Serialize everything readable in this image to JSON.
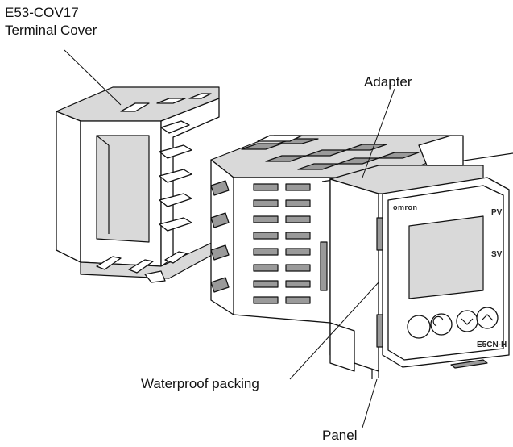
{
  "labels": {
    "cover_model": "E53-COV17",
    "cover_name": "Terminal Cover",
    "adapter": "Adapter",
    "packing": "Waterproof packing",
    "panel": "Panel"
  },
  "device": {
    "brand": "omron",
    "model": "E5CN-H",
    "key_pv": "PV",
    "key_sv": "SV"
  }
}
